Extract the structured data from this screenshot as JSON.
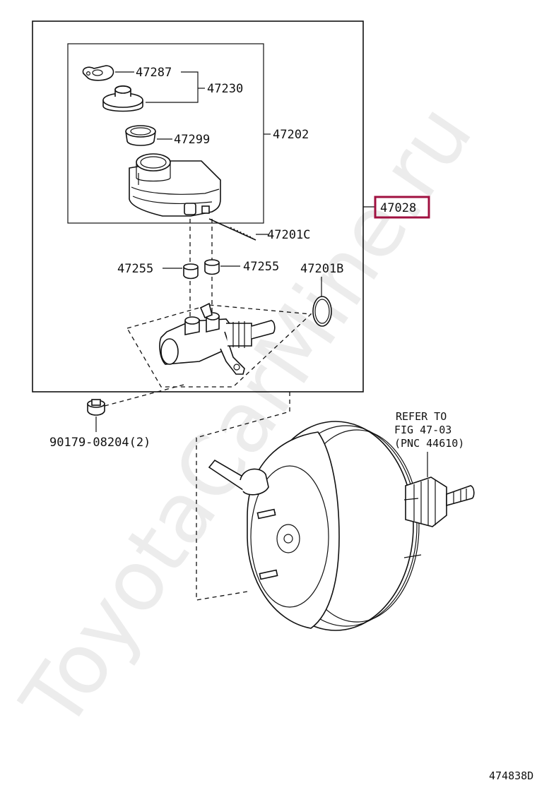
{
  "watermark": "ToyotaCarMine.ru",
  "diagram_code": "474838D",
  "labels": {
    "p47287": "47287",
    "p47230": "47230",
    "p47299": "47299",
    "p47202": "47202",
    "p47028": "47028",
    "p47201C": "47201C",
    "p47255a": "47255",
    "p47255b": "47255",
    "p47201B": "47201B",
    "p90179": "90179-08204(2)",
    "refer_line1": "REFER TO",
    "refer_line2": "FIG 47-03",
    "refer_line3": "(PNC 44610)"
  },
  "colors": {
    "highlight": "#a01040",
    "ink": "#111111"
  }
}
